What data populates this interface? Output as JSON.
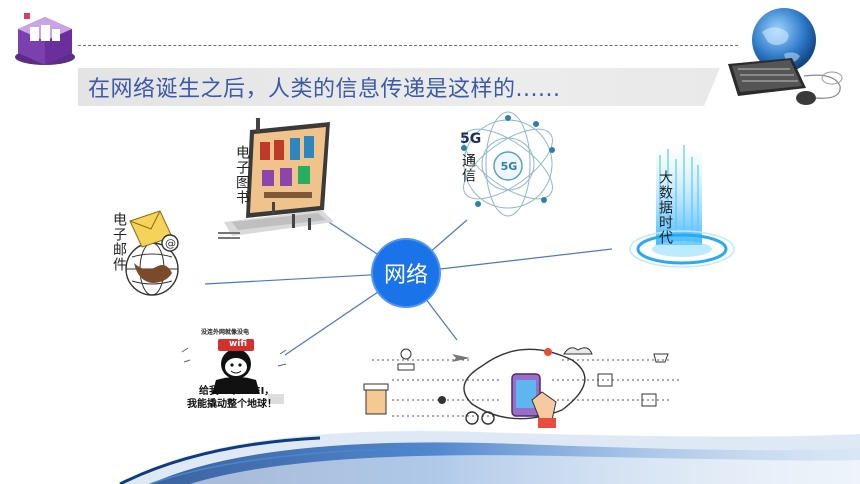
{
  "slide": {
    "title": "在网络诞生之后，人类的信息传递是这样的......",
    "hub_label": "网络"
  },
  "nodes": {
    "ebook_label": "电子图书",
    "email_label": "电子邮件",
    "fiveg_label_top": "5G",
    "fiveg_label_bottom": "通信",
    "fiveg_badge": "5G",
    "bigdata_label": "大数据时代"
  },
  "meme": {
    "banner": "没连外网就像没电",
    "wifi_tag": "wifi",
    "caption_line1": "给我一个WIFI，",
    "caption_line2": "我能撬动整个地球！"
  },
  "colors": {
    "hub": "#1a73e8",
    "connector": "#4a78c8",
    "title_text": "#3c5aa8",
    "footer_wave": "#2d6fc4"
  },
  "icons": [
    "cube-logo-icon",
    "globe-keyboard-icon",
    "laptop-library-icon",
    "email-globe-icon",
    "5g-network-icon",
    "data-beam-icon",
    "wifi-meme-icon",
    "smartphone-network-icon"
  ]
}
